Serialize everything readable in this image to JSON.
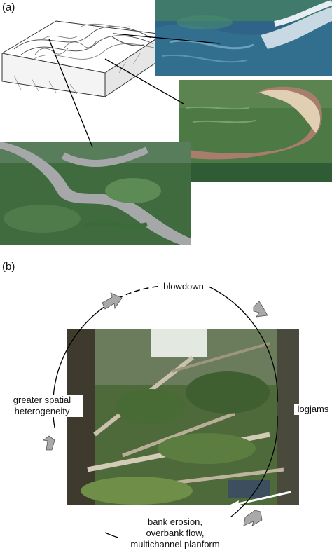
{
  "panels": {
    "a": {
      "label": "(a)"
    },
    "b": {
      "label": "(b)"
    }
  },
  "cycle": {
    "top": "blowdown",
    "right": "logjams",
    "bottom_lines": [
      "bank erosion,",
      "overbank flow,",
      "multichannel planform"
    ],
    "left_lines": [
      "greater spatial",
      "heterogeneity"
    ]
  },
  "colors": {
    "arrow_fill": "#a9a9a9",
    "circle_stroke": "#000000",
    "river_blue": "#5a8fb0",
    "river_brown": "#a57e6e",
    "forest": "#3f6b3e"
  }
}
